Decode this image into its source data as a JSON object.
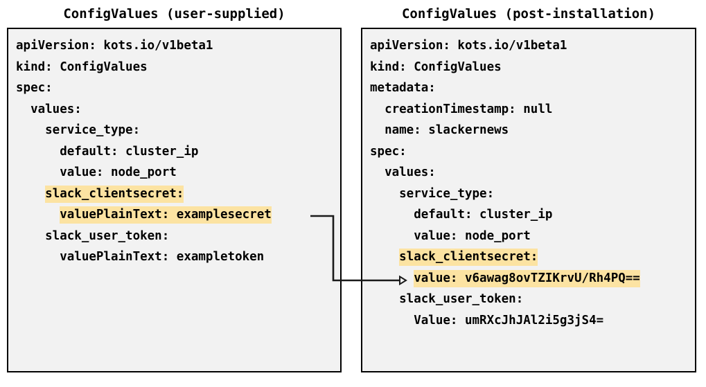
{
  "panels": [
    {
      "id": "user-supplied",
      "title": "ConfigValues (user-supplied)",
      "lines": [
        {
          "text": "apiVersion: kots.io/v1beta1",
          "highlight": false
        },
        {
          "text": "kind: ConfigValues",
          "highlight": false
        },
        {
          "text": "spec:",
          "highlight": false
        },
        {
          "text": "  values:",
          "highlight": false
        },
        {
          "text": "    service_type:",
          "highlight": false
        },
        {
          "text": "      default: cluster_ip",
          "highlight": false
        },
        {
          "text": "      value: node_port",
          "highlight": false
        },
        {
          "text": "    slack_clientsecret:",
          "highlight": true,
          "indent": 4
        },
        {
          "text": "      valuePlainText: examplesecret",
          "highlight": true,
          "indent": 6
        },
        {
          "text": "    slack_user_token:",
          "highlight": false
        },
        {
          "text": "      valuePlainText: exampletoken",
          "highlight": false
        }
      ]
    },
    {
      "id": "post-installation",
      "title": "ConfigValues (post-installation)",
      "lines": [
        {
          "text": "apiVersion: kots.io/v1beta1",
          "highlight": false
        },
        {
          "text": "kind: ConfigValues",
          "highlight": false
        },
        {
          "text": "metadata:",
          "highlight": false
        },
        {
          "text": "  creationTimestamp: null",
          "highlight": false
        },
        {
          "text": "  name: slackernews",
          "highlight": false
        },
        {
          "text": "spec:",
          "highlight": false
        },
        {
          "text": "  values:",
          "highlight": false
        },
        {
          "text": "    service_type:",
          "highlight": false
        },
        {
          "text": "      default: cluster_ip",
          "highlight": false
        },
        {
          "text": "      value: node_port",
          "highlight": false
        },
        {
          "text": "    slack_clientsecret:",
          "highlight": true,
          "indent": 4
        },
        {
          "text": "      value: v6awag8ovTZIKrvU/Rh4PQ==",
          "highlight": true,
          "indent": 6
        },
        {
          "text": "    slack_user_token:",
          "highlight": false
        },
        {
          "text": "      Value: umRXcJhJAl2i5g3jS4=",
          "highlight": false
        }
      ]
    }
  ],
  "connector": {
    "name": "secret-encryption-arrow",
    "from_line": "valuePlainText: examplesecret",
    "to_line": "value: v6awag8ovTZIKrvU/Rh4PQ=="
  },
  "colors": {
    "highlight": "#fce3a2",
    "panel_background": "#f2f2f2",
    "panel_border": "#000000",
    "text": "#000000",
    "connector": "#1a1a1a"
  }
}
